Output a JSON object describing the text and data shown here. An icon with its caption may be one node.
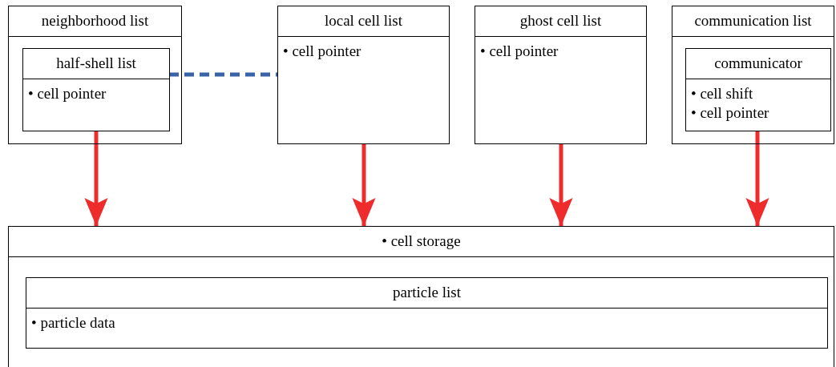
{
  "diagram": {
    "nodes": [
      {
        "text": [
          "neighborhood list"
        ]
      },
      {
        "text": [
          "half-shell list",
          "• cell pointer"
        ],
        "in": 0
      },
      {
        "text": [
          "local cell list",
          "• cell pointer"
        ]
      },
      {
        "text": [
          "ghost cell list",
          "• cell pointer"
        ]
      },
      {
        "text": [
          "communication list"
        ]
      },
      {
        "text": [
          "communicator",
          "• cell shift",
          "• cell pointer"
        ],
        "in": 4
      },
      {
        "text": [
          "• cell storage"
        ]
      },
      {
        "text": [
          "particle list",
          "• particle data"
        ],
        "in": 6
      }
    ],
    "edges": [
      {
        "from": 1,
        "to": 2,
        "arrow": "none",
        "style": "dashed",
        "color": "#3a64a8"
      },
      {
        "from": 1,
        "to": 6,
        "arrow": "to"
      },
      {
        "from": 2,
        "to": 6,
        "arrow": "to"
      },
      {
        "from": 3,
        "to": 6,
        "arrow": "to"
      },
      {
        "from": 5,
        "to": 6,
        "arrow": "to"
      }
    ]
  }
}
